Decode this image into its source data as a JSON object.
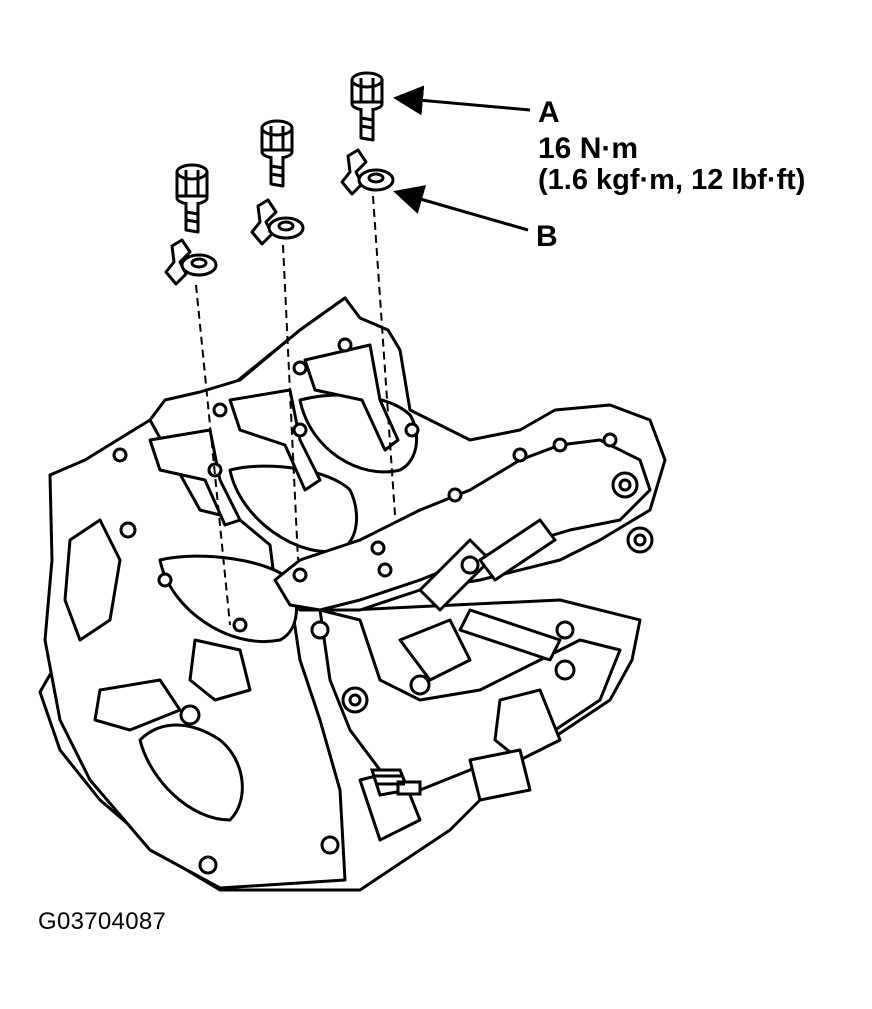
{
  "callouts": {
    "a": {
      "letter": "A",
      "torque": "16 N·m",
      "torque_alt": "(1.6 kgf·m, 12 lbf·ft)"
    },
    "b": {
      "letter": "B"
    }
  },
  "figure_id": "G03704087",
  "colors": {
    "ink": "#000000",
    "paper": "#ffffff"
  },
  "parts": {
    "a": "bolt",
    "b": "oil-jet"
  }
}
